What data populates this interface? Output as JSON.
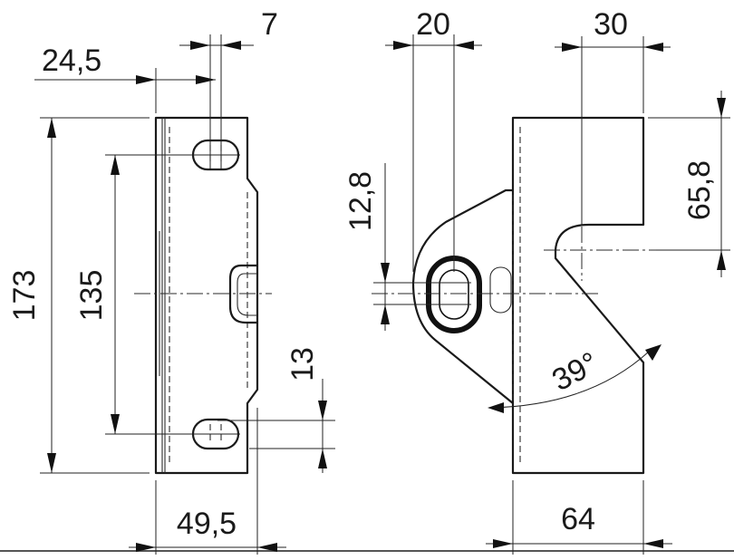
{
  "dimensions": {
    "top_offset": "24,5",
    "slot_width": "7",
    "height_total": "173",
    "hole_spacing": "135",
    "bottom_offset": "13",
    "width_front": "49,5",
    "slot_height": "12,8",
    "center_offset": "20",
    "top_width": "30",
    "notch_depth": "65,8",
    "angle": "39°",
    "width_side": "64"
  },
  "colors": {
    "line": "#1a1a1a",
    "background": "#ffffff"
  }
}
